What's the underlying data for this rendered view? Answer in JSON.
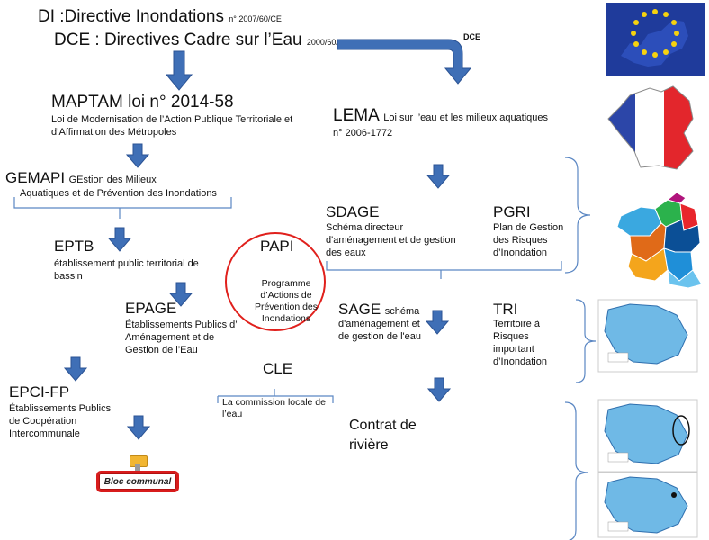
{
  "header": {
    "di_label": "DI :Directive Inondations",
    "di_ref": "n° 2007/60/CE",
    "dce_label": "DCE : Directives Cadre sur l’Eau",
    "dce_ref": "2000/60/CE"
  },
  "dce_arrow_label": "DCE",
  "maptam": {
    "title": "MAPTAM loi n° 2014-58",
    "desc": "Loi de Modernisation de l’Action Publique Territoriale et d’Affirmation des Métropoles"
  },
  "lema": {
    "title": "LEMA",
    "desc": "Loi sur l’eau et les milieux aquatiques",
    "ref": "n° 2006-1772"
  },
  "gemapi": {
    "title": "GEMAPI",
    "desc": "GEstion des Milieux Aquatiques et de Prévention des Inondations"
  },
  "eptb": {
    "title": "EPTB",
    "desc": "établissement public territorial de bassin"
  },
  "papi": {
    "title": "PAPI",
    "desc": "Programme d’Actions de Prévention des Inondations"
  },
  "sdage": {
    "title": "SDAGE",
    "desc": "Schéma directeur d'aménagement et de gestion des eaux"
  },
  "pgri": {
    "title": "PGRI",
    "desc": "Plan de Gestion des Risques d’Inondation"
  },
  "epage": {
    "title": "EPAGE",
    "desc": "Établissements Publics d’ Aménagement et de Gestion de l’Eau"
  },
  "sage": {
    "title": "SAGE",
    "title_suffix": "schéma",
    "desc": "d'aménagement et de gestion de l'eau"
  },
  "tri": {
    "title": "TRI",
    "desc": "Territoire à Risques important d’Inondation"
  },
  "cle": {
    "title": "CLE",
    "desc": "La commission locale de l’eau"
  },
  "epci": {
    "title": "EPCI-FP",
    "desc": "Établissements Publics de Coopération Intercommunale"
  },
  "contrat": {
    "title": "Contrat de rivière"
  },
  "bloc": {
    "label": "Bloc communal"
  },
  "colors": {
    "arrow": "#3f6fb6",
    "arrow_edge": "#2b5394",
    "bracket": "#5b87c3",
    "papi_circle": "#e0201c",
    "eu_blue": "#1f3b9b",
    "eu_star": "#f6d20e",
    "sign_border": "#d81c1c"
  },
  "icons": [
    "eu-flag-map-icon",
    "france-flag-map-icon",
    "france-regions-map-icon",
    "basin-map-icon"
  ]
}
